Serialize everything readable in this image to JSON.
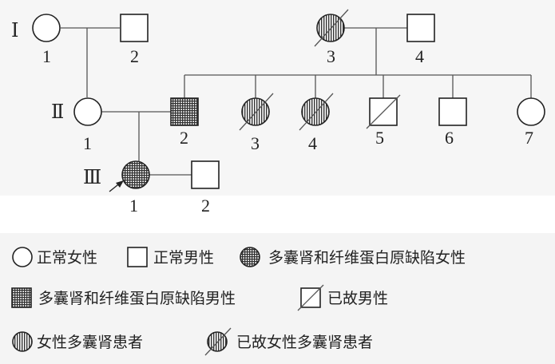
{
  "generations": [
    "Ⅰ",
    "Ⅱ",
    "Ⅲ"
  ],
  "individuals": {
    "I1": {
      "number": "1",
      "sex": "female",
      "status": "normal"
    },
    "I2": {
      "number": "2",
      "sex": "male",
      "status": "normal"
    },
    "I3": {
      "number": "3",
      "sex": "female",
      "status": "polycystic-kidney-deceased"
    },
    "I4": {
      "number": "4",
      "sex": "male",
      "status": "normal"
    },
    "II1": {
      "number": "1",
      "sex": "female",
      "status": "normal"
    },
    "II2": {
      "number": "2",
      "sex": "male",
      "status": "polycystic-kidney-and-afibrinogenemia"
    },
    "II3": {
      "number": "3",
      "sex": "female",
      "status": "polycystic-kidney-deceased"
    },
    "II4": {
      "number": "4",
      "sex": "female",
      "status": "polycystic-kidney-deceased"
    },
    "II5": {
      "number": "5",
      "sex": "male",
      "status": "deceased"
    },
    "II6": {
      "number": "6",
      "sex": "male",
      "status": "normal"
    },
    "II7": {
      "number": "7",
      "sex": "female",
      "status": "normal"
    },
    "III1": {
      "number": "1",
      "sex": "female",
      "status": "polycystic-kidney-and-afibrinogenemia",
      "proband": true
    },
    "III2": {
      "number": "2",
      "sex": "male",
      "status": "normal"
    }
  },
  "legend": {
    "normal_female": "正常女性",
    "normal_male": "正常男性",
    "affected_female": "多囊肾和纤维蛋白原缺陷女性",
    "affected_male": "多囊肾和纤维蛋白原缺陷男性",
    "deceased_male": "已故男性",
    "pkd_female": "女性多囊肾患者",
    "deceased_pkd_female": "已故女性多囊肾患者"
  },
  "colors": {
    "line": "#555555",
    "stroke": "#222222",
    "background": "#f6f6f6"
  }
}
